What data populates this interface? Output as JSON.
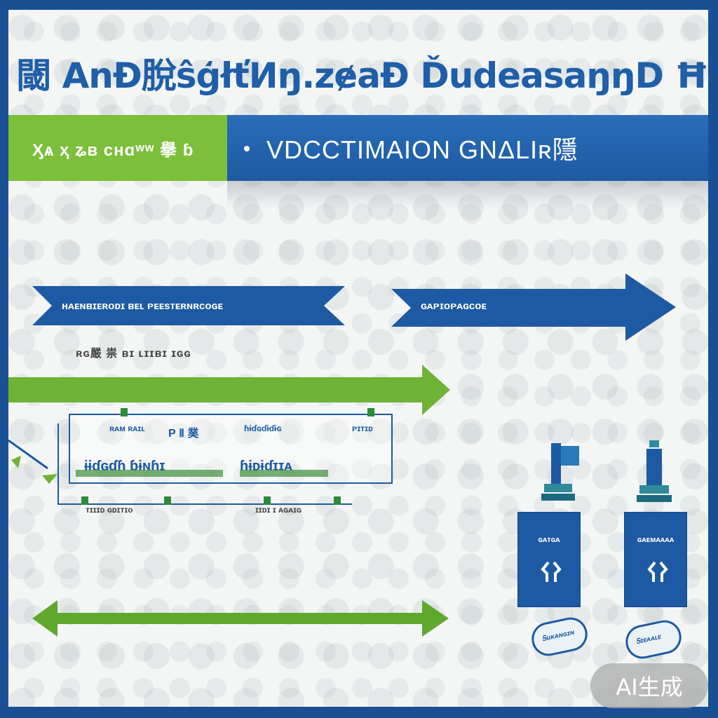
{
  "header": {
    "title": "lhýqẽ 閾 AnĐ脫ŝģłťͶŋ.zɇaĐ ĎudeasaŋŋD ĦŋʰbŁɇ"
  },
  "banners": {
    "left_label": "Ӽѧ ҳ ʑʙ ϲʜɑʷʷ 擧 ɓ",
    "right_label": "VDCCTIMAION GNΔLIʀ隱"
  },
  "arrows": {
    "top_left_label": "ʜᴀᴇɴʙɪᴇʀᴏᴅɪ ʙᴇʟ ᴘᴇᴇsᴛᴇʀɴʀᴄᴏɢᴇ",
    "top_right_label": "ɢᴀᴘɪᴏᴘᴀɢᴄᴏᴇ",
    "sub_caption": "ʀɢ嚴 祟 ʙɪ ʟɪɪʙɪ ɪɢɢ"
  },
  "diagram": {
    "top_small_1": "ʀᴀᴍ ʀᴀɪʟ",
    "top_small_2": "Ρ Ⅱ 菐",
    "top_small_3": "ɦɨɗɢɗɨɗɨɢ",
    "top_small_4": "ᴘɪᴛɪᴅ",
    "main_left": "ɨɨɗɢɗɦ ɓɨɴɦɪ",
    "main_right": "ɦɨᴅɨɗɪɪᴀ",
    "bottom_small_1": "ᴛɪɪɪᴅ ɢᴅɪᴛɪᴏ",
    "bottom_small_2": "ɪɪᴅɪ ɪ ᴀɢᴀɪɢ"
  },
  "cards": [
    {
      "label": "ɢᴀᴛɢᴀ"
    },
    {
      "label": "ɢᴀᴇᴍᴀᴀᴀᴀ"
    }
  ],
  "badges": [
    {
      "label": "Ꭶuᴋᴀɴɢɪɴ"
    },
    {
      "label": "Ꭶɪᴇᴀᴀʟᴇ"
    }
  ],
  "watermark": {
    "label": "AI生成"
  },
  "colors": {
    "frame_border": "#1a4f96",
    "primary_blue": "#1d5aa3",
    "accent_green": "#7bbf3a",
    "background": "#f4f6f6"
  }
}
